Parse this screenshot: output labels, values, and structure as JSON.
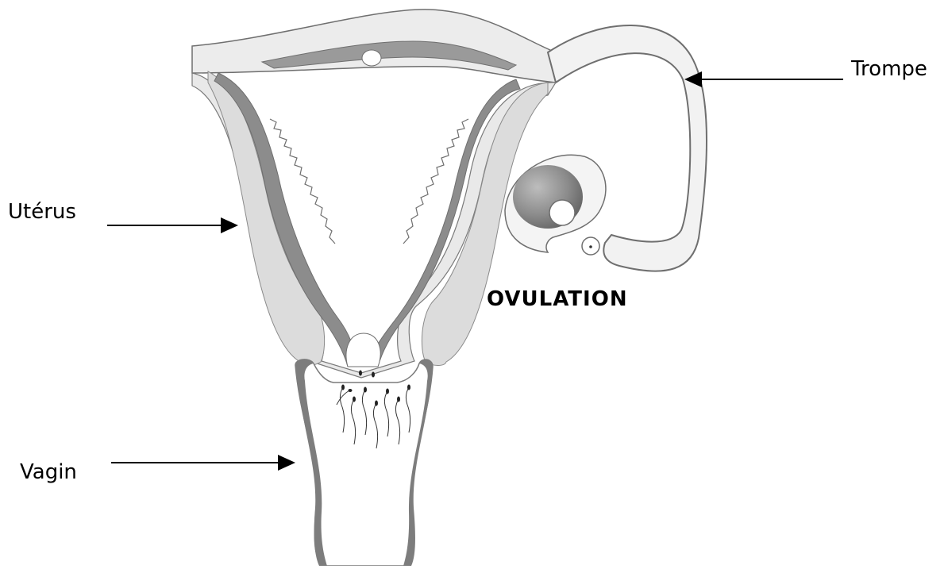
{
  "labels": {
    "trompe": "Trompe",
    "uterus": "Utérus",
    "vagin": "Vagin",
    "ovulation": "OVULATION"
  },
  "colors": {
    "outline": "#6f6f6f",
    "tissue_light": "#ececec",
    "tissue_mid": "#d6d6d6",
    "lining_dark": "#8a8a8a",
    "ovary_dark": "#7d7d7d",
    "arrow": "#000000"
  },
  "icons": {
    "sperm": "sperm-icon",
    "ovum": "ovum-icon"
  }
}
